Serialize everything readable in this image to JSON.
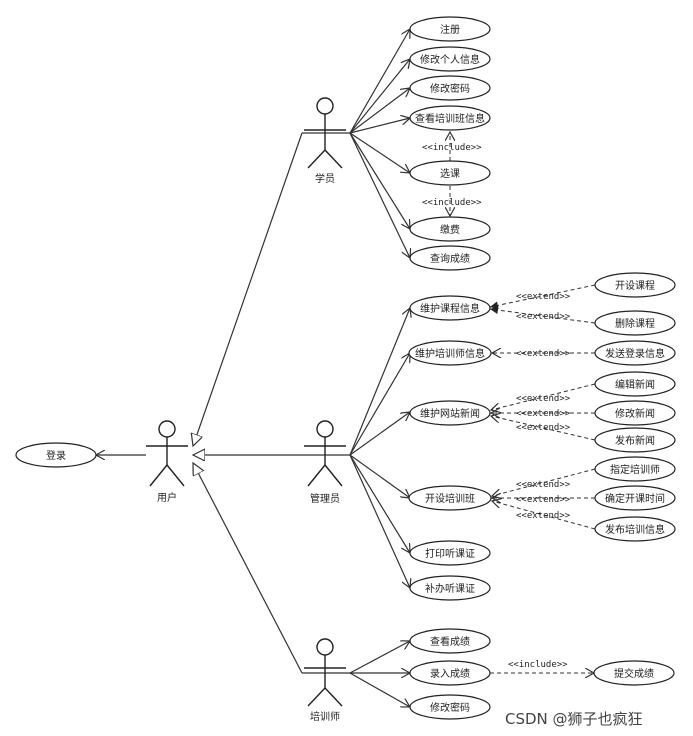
{
  "actors": {
    "user": "用户",
    "student": "学员",
    "admin": "管理员",
    "trainer": "培训师"
  },
  "usecases": {
    "login": "登录",
    "register": "注册",
    "edit_profile": "修改个人信息",
    "change_pwd_student": "修改密码",
    "view_class_info": "查看培训班信息",
    "select_course": "选课",
    "pay_fee": "缴费",
    "query_grades": "查询成绩",
    "maintain_course_info": "维护课程信息",
    "maintain_trainer_info": "维护培训师信息",
    "maintain_site_news": "维护网站新闻",
    "open_class": "开设培训班",
    "print_cert": "打印听课证",
    "reissue_cert": "补办听课证",
    "view_grades": "查看成绩",
    "enter_grades": "录入成绩",
    "change_pwd_trainer": "修改密码",
    "open_course": "开设课程",
    "delete_course": "删除课程",
    "send_login_info": "发送登录信息",
    "edit_news": "编辑新闻",
    "modify_news": "修改新闻",
    "publish_news": "发布新闻",
    "assign_trainer": "指定培训师",
    "set_class_time": "确定开课时间",
    "publish_class_info": "发布培训信息",
    "submit_grades": "提交成绩"
  },
  "stereotypes": {
    "include": "<<include>>",
    "extend": "<<extend>>"
  },
  "watermark": "CSDN @狮子也疯狂"
}
